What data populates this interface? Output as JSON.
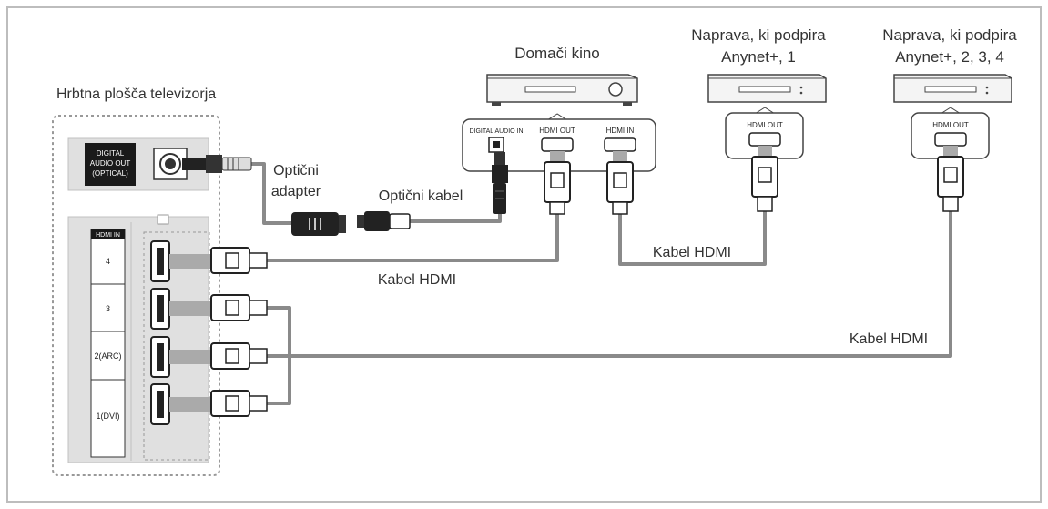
{
  "labels": {
    "tv_back_panel": "Hrbtna plošča televizorja",
    "home_theater": "Domači kino",
    "device1_line1": "Naprava, ki podpira",
    "device1_line2": "Anynet+, 1",
    "device2_line1": "Naprava, ki podpira",
    "device2_line2": "Anynet+, 2, 3, 4",
    "optical_adapter_line1": "Optični",
    "optical_adapter_line2": "adapter",
    "optical_cable": "Optični kabel",
    "hdmi_cable_1": "Kabel HDMI",
    "hdmi_cable_2": "Kabel HDMI",
    "hdmi_cable_3": "Kabel HDMI"
  },
  "tv_panel": {
    "optical_line1": "DIGITAL",
    "optical_line2": "AUDIO OUT",
    "optical_line3": "(OPTICAL)",
    "hdmi_in_header": "HDMI IN",
    "hdmi_ports": [
      "4",
      "3",
      "2(ARC)",
      "1(DVI)"
    ]
  },
  "home_theater_ports": {
    "digital_audio_in": "DIGITAL AUDIO IN",
    "hdmi_out": "HDMI OUT",
    "hdmi_in": "HDMI IN"
  },
  "device_ports": {
    "device1": "HDMI OUT",
    "device2": "HDMI OUT"
  },
  "colors": {
    "cable": "#8a8a8a",
    "panel": "#e0e0e0",
    "outline": "#333333",
    "frame": "#bdbdbd"
  }
}
